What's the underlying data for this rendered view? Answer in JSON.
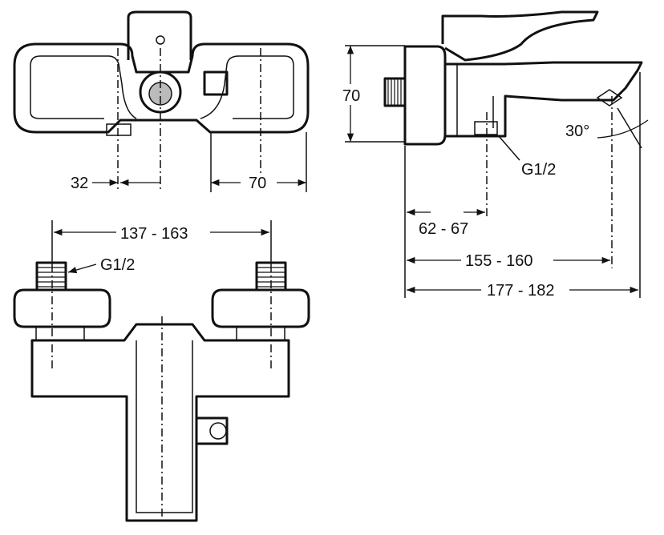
{
  "top_view": {
    "dim_left": "32",
    "dim_right": "70"
  },
  "side_view": {
    "dim_height": "70",
    "angle": "30°",
    "thread": "G1/2",
    "dim_inlet": "62 - 67",
    "dim_spout": "155 - 160",
    "dim_total": "177 - 182"
  },
  "front_view": {
    "dim_centers": "137 - 163",
    "thread": "G1/2"
  }
}
